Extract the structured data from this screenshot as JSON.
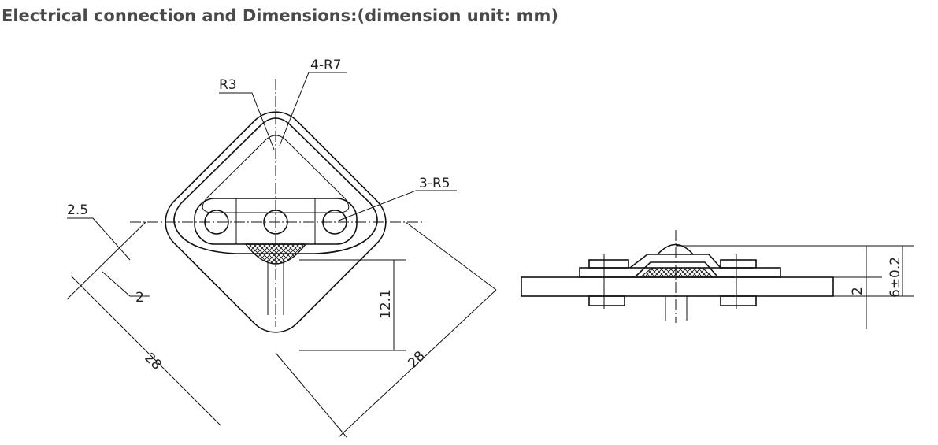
{
  "title": "Electrical connection and Dimensions:(dimension unit: mm)",
  "front_view": {
    "radius_r3": "R3",
    "radius_4r7": "4-R7",
    "radius_3r5": "3-R5",
    "dim_2_5": "2.5",
    "dim_2": "2",
    "dim_12_1": "12.1",
    "dim_28_left": "28",
    "dim_28_right": "28"
  },
  "side_view": {
    "dim_thickness": "2",
    "dim_height": "6±0.2"
  }
}
